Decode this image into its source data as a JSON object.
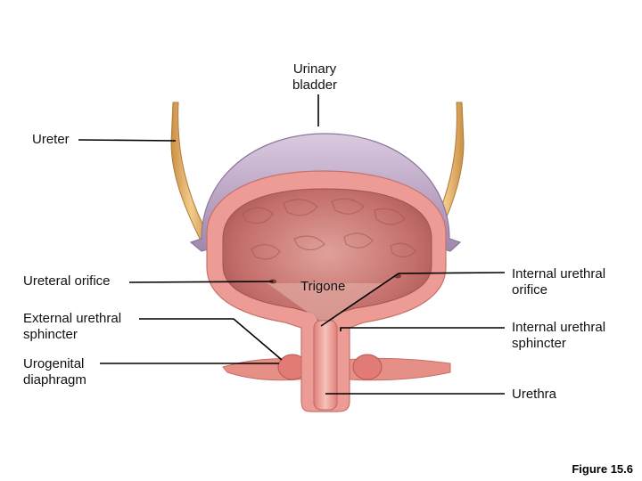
{
  "labels": {
    "urinary_bladder": [
      "Urinary",
      "bladder"
    ],
    "ureter": "Ureter",
    "ureteral_orifice": "Ureteral orifice",
    "trigone": "Trigone",
    "external_urethral_sphincter": [
      "External urethral",
      "sphincter"
    ],
    "urogenital_diaphragm": [
      "Urogenital",
      "diaphragm"
    ],
    "internal_urethral_orifice": [
      "Internal urethral",
      "orifice"
    ],
    "internal_urethral_sphincter": [
      "Internal urethral",
      "sphincter"
    ],
    "urethra": "Urethra"
  },
  "figure_caption": "Figure 15.6",
  "colors": {
    "ureter_tube": "#e6b36a",
    "bladder_dome": "#b9a2c0",
    "muscle_wall": "#e88a86",
    "inner_cavity": "#c9736f",
    "leader_line": "#000000"
  }
}
